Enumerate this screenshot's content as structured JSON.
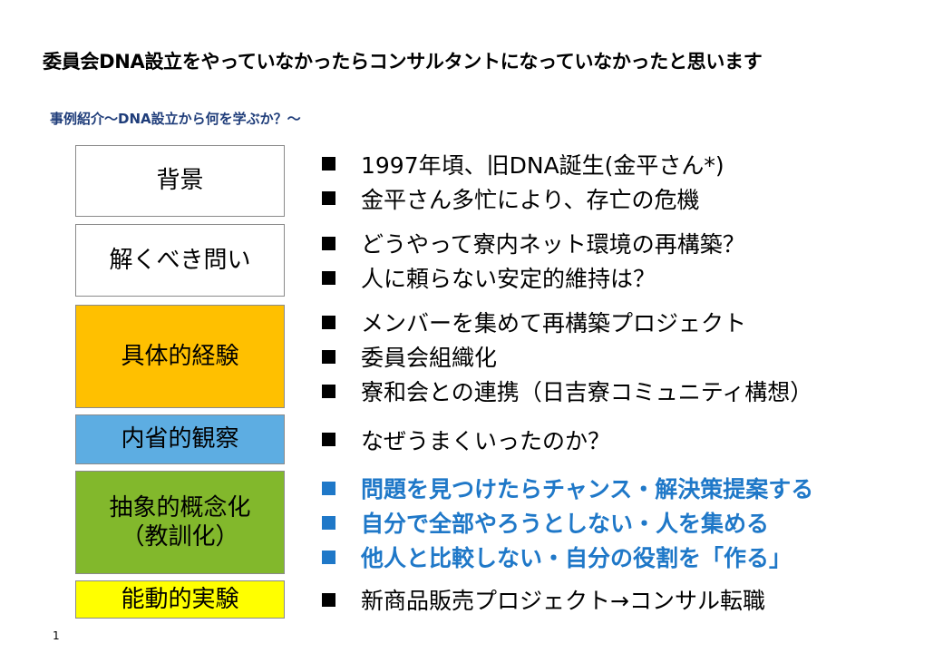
{
  "slide": {
    "title": "委員会DNA設立をやっていなかったらコンサルタントになっていなかったと思います",
    "subtitle": "事例紹介～DNA設立から何を学ぶか？～",
    "page_number": "1"
  },
  "rows": [
    {
      "label": "背景",
      "color": "#ffffff",
      "bullets": [
        "1997年頃、旧DNA誕生(金平さん*)",
        "金平さん多忙により、存亡の危機"
      ]
    },
    {
      "label": "解くべき問い",
      "color": "#ffffff",
      "bullets": [
        "どうやって寮内ネット環境の再構築？",
        "人に頼らない安定的維持は？"
      ]
    },
    {
      "label": "具体的経験",
      "color": "#ffc000",
      "bullets": [
        "メンバーを集めて再構築プロジェクト",
        "委員会組織化",
        "寮和会との連携（日吉寮コミュニティ構想）"
      ]
    },
    {
      "label": "内省的観察",
      "color": "#5dade2",
      "bullets": [
        "なぜうまくいったのか？"
      ]
    },
    {
      "label": "抽象的概念化\n（教訓化）",
      "color": "#82b82c",
      "emphasis": true,
      "bullets": [
        "問題を見つけたらチャンス・解決策提案する",
        "自分で全部やろうとしない・人を集める",
        "他人と比較しない・自分の役割を「作る」"
      ]
    },
    {
      "label": "能動的実験",
      "color": "#ffff00",
      "bullets": [
        "新商品販売プロジェクト→コンサル転職"
      ]
    }
  ],
  "colors": {
    "emphasis_text": "#1f78c8",
    "subtitle_text": "#1f3d7a"
  }
}
